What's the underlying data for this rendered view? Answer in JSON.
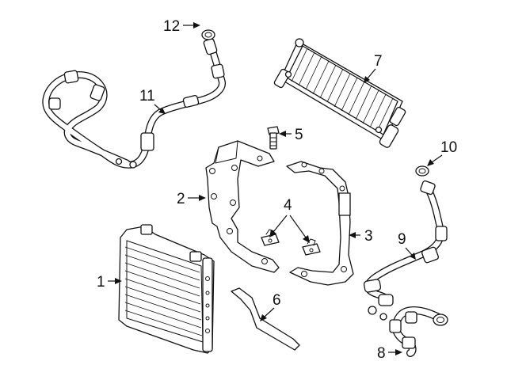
{
  "diagram": {
    "callouts": [
      {
        "id": "1",
        "text": "1"
      },
      {
        "id": "2",
        "text": "2"
      },
      {
        "id": "3",
        "text": "3"
      },
      {
        "id": "4",
        "text": "4"
      },
      {
        "id": "5",
        "text": "5"
      },
      {
        "id": "6",
        "text": "6"
      },
      {
        "id": "7",
        "text": "7"
      },
      {
        "id": "8",
        "text": "8"
      },
      {
        "id": "9",
        "text": "9"
      },
      {
        "id": "10",
        "text": "10"
      },
      {
        "id": "11",
        "text": "11"
      },
      {
        "id": "12",
        "text": "12"
      }
    ],
    "colors": {
      "line": "#111111",
      "background": "#ffffff"
    }
  }
}
